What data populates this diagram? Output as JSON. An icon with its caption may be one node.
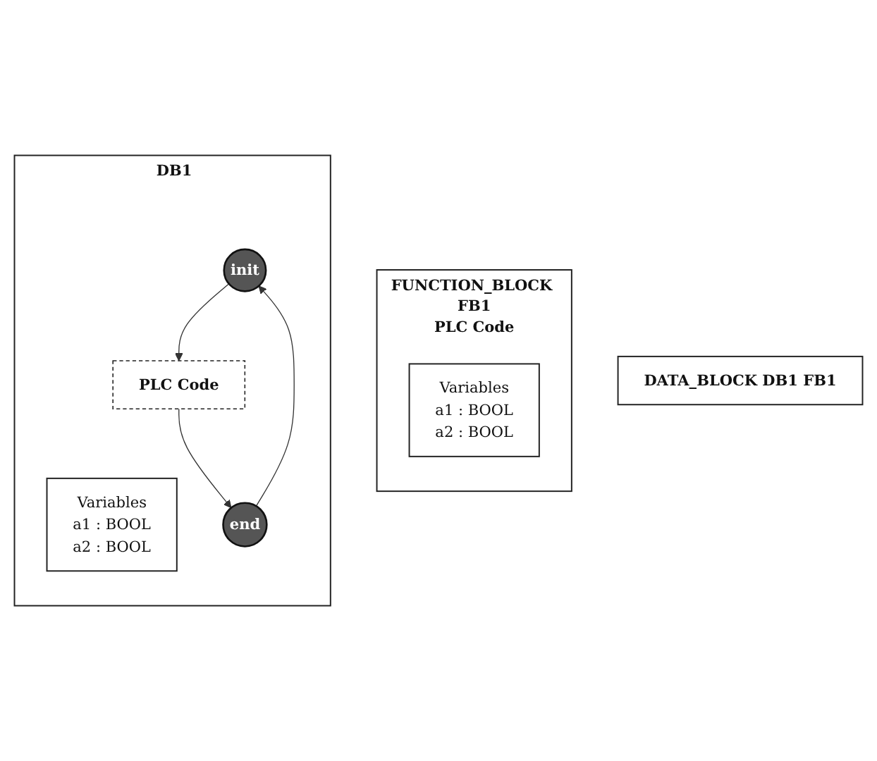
{
  "diagram": {
    "nodes": [
      {
        "text": [
          "FUNCTION_BLOCK FB1",
          "PLC Code"
        ]
      },
      {
        "text": [
          "Variables",
          "a1 : BOOL",
          "a2 : BOOL"
        ],
        "in": 0
      },
      {
        "text": [
          "DATA_BLOCK DB1 FB1"
        ]
      },
      {
        "text": [
          "DB1"
        ]
      },
      {
        "text": [
          "Variables",
          "a1 : BOOL",
          "a2 : BOOL"
        ],
        "in": 3
      },
      {
        "text": [
          "init"
        ],
        "in": 3
      },
      {
        "text": [
          "PLC Code"
        ],
        "in": 3
      },
      {
        "text": [
          "end"
        ],
        "in": 3
      }
    ],
    "edges": [
      {
        "from": 5,
        "to": 6,
        "arrow": "to"
      },
      {
        "from": 6,
        "to": 7,
        "arrow": "to"
      },
      {
        "from": 7,
        "to": 5,
        "arrow": "to"
      }
    ]
  }
}
